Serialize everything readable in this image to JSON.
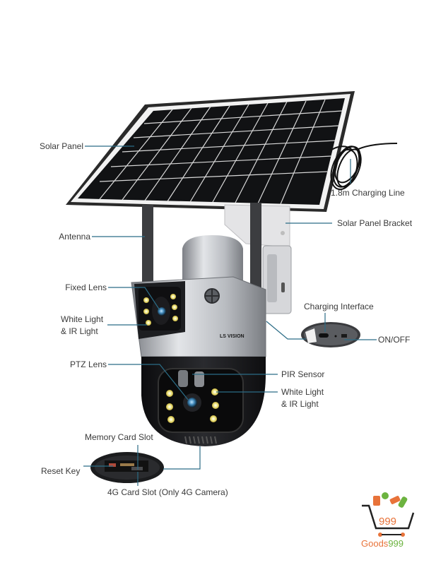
{
  "diagram": {
    "subject": "Solar-powered dual-lens 4G PTZ security camera",
    "camera_brand": "LS VISION",
    "line_color": "#2b6c86",
    "labels": {
      "solar_panel": "Solar Panel",
      "charging_line": "1.8m Charging Line",
      "solar_panel_bracket": "Solar Panel Bracket",
      "antenna": "Antenna",
      "fixed_lens": "Fixed Lens",
      "white_ir_light_top_1": "White Light",
      "white_ir_light_top_2": "& IR Light",
      "charging_interface": "Charging Interface",
      "on_off": "ON/OFF",
      "ptz_lens": "PTZ Lens",
      "pir_sensor": "PIR Sensor",
      "white_ir_light_bottom_1": "White Light",
      "white_ir_light_bottom_2": "& IR Light",
      "memory_card_slot": "Memory Card Slot",
      "reset_key": "Reset Key",
      "card_slot_4g": "4G Card Slot (Only 4G Camera)"
    }
  },
  "watermark": {
    "cart_number": "999",
    "brand_prefix": "Goods",
    "brand_suffix": "999",
    "orange": "#e8733a",
    "green": "#6cb33f"
  }
}
